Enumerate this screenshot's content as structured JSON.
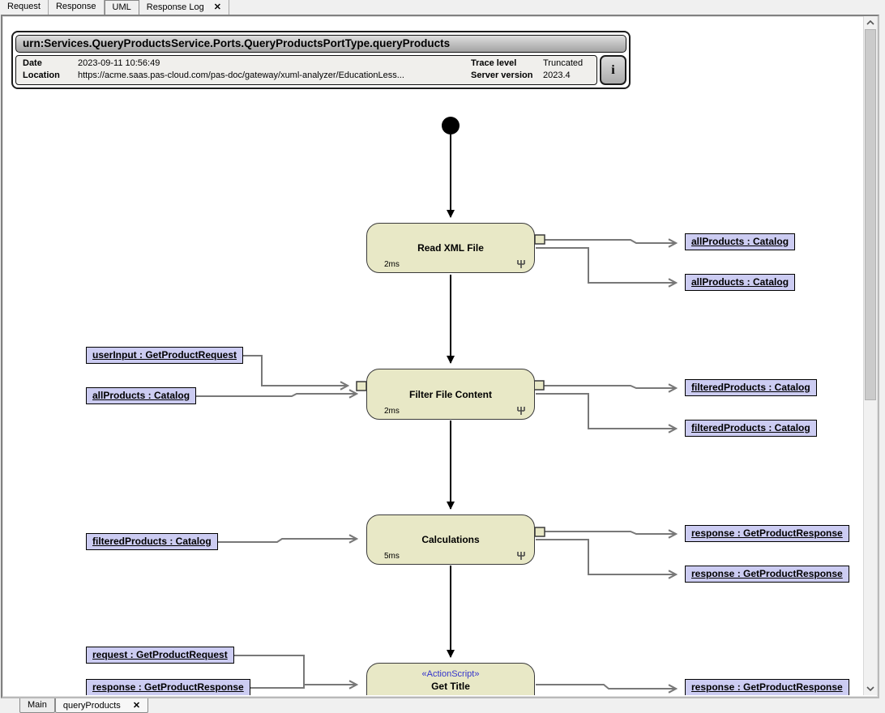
{
  "top_tabs": {
    "items": [
      {
        "label": "Request",
        "active": false
      },
      {
        "label": "Response",
        "active": false
      },
      {
        "label": "UML",
        "active": true
      },
      {
        "label": "Response Log",
        "active": false,
        "close_glyph": "✕"
      }
    ]
  },
  "header": {
    "title": "urn:Services.QueryProductsService.Ports.QueryProductsPortType.queryProducts",
    "info": {
      "date_label": "Date",
      "date_value": "2023-09-11 10:56:49",
      "location_label": "Location",
      "location_value": "https://acme.saas.pas-cloud.com/pas-doc/gateway/xuml-analyzer/EducationLess...",
      "trace_label": "Trace level",
      "trace_value": "Truncated",
      "server_label": "Server version",
      "server_value": "2023.4",
      "info_button_label": "i"
    }
  },
  "diagram": {
    "activities": [
      {
        "name": "Read XML File",
        "time": "2ms"
      },
      {
        "name": "Filter File Content",
        "time": "2ms"
      },
      {
        "name": "Calculations",
        "time": "5ms"
      },
      {
        "name": "Get Title",
        "stereotype": "«ActionScript»"
      }
    ],
    "objects_left": [
      {
        "label": "userInput : GetProductRequest"
      },
      {
        "label": "allProducts : Catalog"
      },
      {
        "label": "filteredProducts : Catalog"
      },
      {
        "label": "request : GetProductRequest"
      },
      {
        "label": "response : GetProductResponse"
      }
    ],
    "objects_right": [
      {
        "label": "allProducts : Catalog"
      },
      {
        "label": "allProducts : Catalog"
      },
      {
        "label": "filteredProducts : Catalog"
      },
      {
        "label": "filteredProducts : Catalog"
      },
      {
        "label": "response : GetProductResponse"
      },
      {
        "label": "response : GetProductResponse"
      },
      {
        "label": "response : GetProductResponse"
      }
    ]
  },
  "bottom_tabs": {
    "items": [
      {
        "label": "Main",
        "active": false
      },
      {
        "label": "queryProducts",
        "active": true,
        "close_glyph": "✕"
      }
    ]
  },
  "colors": {
    "activity_fill": "#e8e8c6",
    "object_fill": "#ccccf2",
    "flow_gray": "#787878",
    "stereotype_blue": "#3333cc",
    "title_gradient_top": "#dedede",
    "title_gradient_bottom": "#a2a2a2"
  }
}
